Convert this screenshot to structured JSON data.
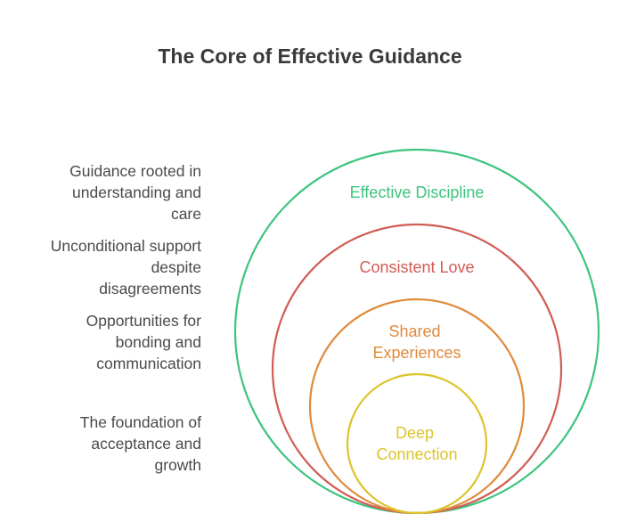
{
  "title": "The Core of Effective Guidance",
  "layers": [
    {
      "name": "Effective Discipline",
      "lines": [
        "Effective Discipline"
      ],
      "description": "Guidance rooted in understanding and care",
      "description_lines": [
        "Guidance rooted in",
        "understanding and",
        "care"
      ],
      "color": "#3dc47e"
    },
    {
      "name": "Consistent Love",
      "lines": [
        "Consistent Love"
      ],
      "description": "Unconditional support despite disagreements",
      "description_lines": [
        "Unconditional support",
        "despite",
        "disagreements"
      ],
      "color": "#d05c54"
    },
    {
      "name": "Shared Experiences",
      "lines": [
        "Shared",
        "Experiences"
      ],
      "description": "Opportunities for bonding and communication",
      "description_lines": [
        "Opportunities for",
        "bonding and",
        "communication"
      ],
      "color": "#e08a3c"
    },
    {
      "name": "Deep Connection",
      "lines": [
        "Deep",
        "Connection"
      ],
      "description": "The foundation of acceptance and growth",
      "description_lines": [
        "The foundation of",
        "acceptance and",
        "growth"
      ],
      "color": "#dcc42a"
    }
  ]
}
